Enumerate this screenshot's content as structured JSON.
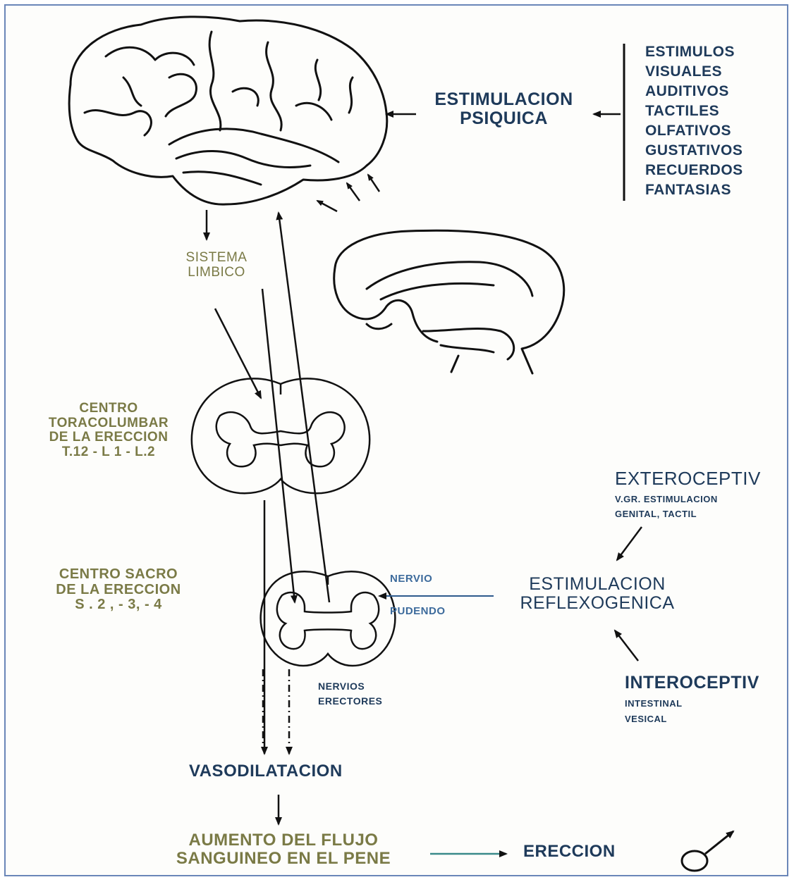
{
  "stimulation_sources": [
    "ESTIMULOS",
    "VISUALES",
    "AUDITIVOS",
    "TACTILES",
    "OLFATIVOS",
    "GUSTATIVOS",
    "RECUERDOS",
    "FANTASIAS"
  ],
  "psychic": {
    "line1": "ESTIMULACION",
    "line2": "PSIQUICA"
  },
  "limbic": {
    "line1": "SISTEMA",
    "line2": "LIMBICO"
  },
  "thoracolumbar": {
    "line1": "CENTRO",
    "line2": "TORACOLUMBAR",
    "line3": "DE LA ERECCION",
    "line4": "T.12 - L 1 - L.2"
  },
  "sacral": {
    "line1": "CENTRO SACRO",
    "line2": "DE LA ERECCION",
    "line3": "S . 2 , - 3, - 4"
  },
  "pudendal": {
    "line1": "NERVIO",
    "line2": "PUDENDO"
  },
  "erector_nerves": {
    "line1": "NERVIOS",
    "line2": "ERECTORES"
  },
  "reflexogenic": {
    "line1": "ESTIMULACION",
    "line2": "REFLEXOGENICA"
  },
  "exteroceptive": {
    "title": "EXTEROCEPTIV",
    "line1": "V.GR. ESTIMULACION",
    "line2": "GENITAL, TACTIL"
  },
  "interoceptive": {
    "title": "INTEROCEPTIV",
    "line1": "INTESTINAL",
    "line2": "VESICAL"
  },
  "vasodilation": "VASODILATACION",
  "blood_flow": {
    "line1": "AUMENTO DEL FLUJO",
    "line2": "SANGUINEO EN EL PENE"
  },
  "erection": "ERECCION",
  "male_symbol": "male-symbol-icon"
}
